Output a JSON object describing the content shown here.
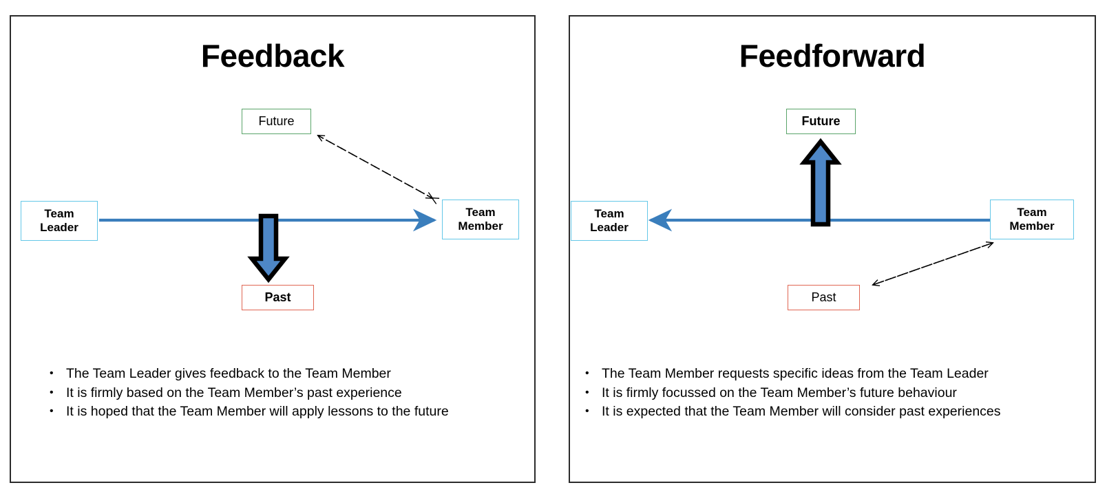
{
  "panels": [
    {
      "id": "feedback",
      "title": "Feedback",
      "nodes": {
        "leader": "Team\nLeader",
        "leader_line1": "Team",
        "leader_line2": "Leader",
        "member_line1": "Team",
        "member_line2": "Member",
        "future": "Future",
        "past": "Past"
      },
      "styles": {
        "future_bold": false,
        "past_bold": true
      },
      "flow": {
        "main_arrow_direction": "left-to-right",
        "main_arrow_from": "Team Leader",
        "main_arrow_to": "Team Member",
        "vertical_arrow_direction": "down",
        "vertical_arrow_to": "Past",
        "dashed_arrow_between": "Future <-> Team Member"
      },
      "bullets": [
        "The Team Leader gives feedback to the Team Member",
        "It is firmly based on the Team Member’s past experience",
        "It is hoped that the Team Member will apply lessons to the future"
      ]
    },
    {
      "id": "feedforward",
      "title": "Feedforward",
      "nodes": {
        "leader_line1": "Team",
        "leader_line2": "Leader",
        "member_line1": "Team",
        "member_line2": "Member",
        "future": "Future",
        "past": "Past"
      },
      "styles": {
        "future_bold": true,
        "past_bold": false
      },
      "flow": {
        "main_arrow_direction": "right-to-left",
        "main_arrow_from": "Team Member",
        "main_arrow_to": "Team Leader",
        "vertical_arrow_direction": "up",
        "vertical_arrow_to": "Future",
        "dashed_arrow_between": "Past <-> Team Member"
      },
      "bullets": [
        "The Team Member requests specific ideas from the Team Leader",
        "It is firmly focussed on the Team Member’s future behaviour",
        "It is expected that the Team Member will consider past experiences"
      ]
    }
  ],
  "bullet_marker": "•",
  "colors": {
    "panel_border": "#2b2b2b",
    "actor_box_border": "#63c7e8",
    "future_box_border": "#5aa469",
    "past_box_border": "#e06552",
    "main_arrow": "#3a7ebc",
    "vertical_arrow_fill": "#4e87c7",
    "vertical_arrow_outline": "#000000",
    "dashed_arrow": "#000000",
    "text": "#000000",
    "background": "#ffffff"
  }
}
